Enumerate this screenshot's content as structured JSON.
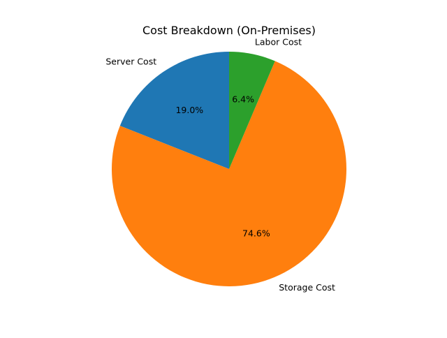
{
  "chart_data": {
    "type": "pie",
    "title": "Cost Breakdown (On-Premises)",
    "labels": [
      "Server Cost",
      "Storage Cost",
      "Labor Cost"
    ],
    "values": [
      19.0,
      74.6,
      6.4
    ],
    "percent_labels": [
      "19.0%",
      "74.6%",
      "6.4%"
    ],
    "colors": [
      "#1f77b4",
      "#ff7f0e",
      "#2ca02c"
    ],
    "start_angle_deg": 90,
    "direction": "counterclockwise",
    "legend": "none"
  }
}
